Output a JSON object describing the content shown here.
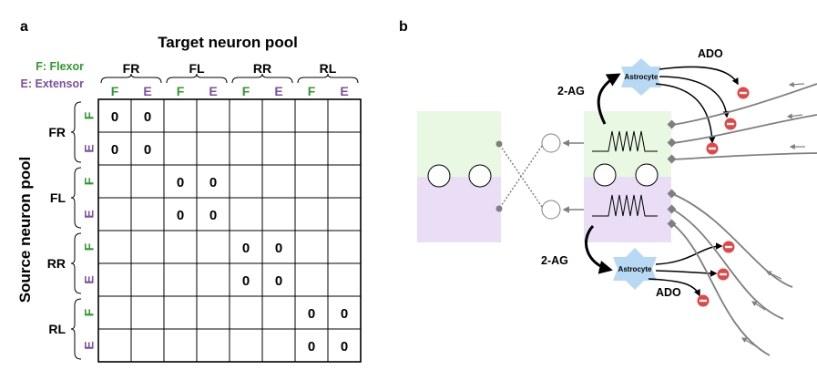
{
  "panel_a": {
    "letter": "a",
    "title": "Target neuron pool",
    "row_axis_label": "Source neuron pool",
    "legend_flexor": "F: Flexor",
    "legend_extensor": "E: Extensor",
    "pools": [
      "FR",
      "FL",
      "RR",
      "RL"
    ],
    "subcols": [
      "F",
      "E"
    ],
    "matrix": [
      [
        "0",
        "0",
        "",
        "",
        "",
        "",
        "",
        ""
      ],
      [
        "0",
        "0",
        "",
        "",
        "",
        "",
        "",
        ""
      ],
      [
        "",
        "",
        "0",
        "0",
        "",
        "",
        "",
        ""
      ],
      [
        "",
        "",
        "0",
        "0",
        "",
        "",
        "",
        ""
      ],
      [
        "",
        "",
        "",
        "",
        "0",
        "0",
        "",
        ""
      ],
      [
        "",
        "",
        "",
        "",
        "0",
        "0",
        "",
        ""
      ],
      [
        "",
        "",
        "",
        "",
        "",
        "",
        "0",
        "0"
      ],
      [
        "",
        "",
        "",
        "",
        "",
        "",
        "0",
        "0"
      ]
    ]
  },
  "panel_b": {
    "letter": "b",
    "astrocyte_top": "Astrocyte",
    "astrocyte_bottom": "Astrocyte",
    "label_2ag_top": "2-AG",
    "label_2ag_bottom": "2-AG",
    "label_ado_top": "ADO",
    "label_ado_bottom": "ADO",
    "colors": {
      "flexor_bg": "#e8f8e3",
      "extensor_bg": "#e9def6",
      "astrocyte": "#b8d9f3",
      "inhibit": "#e34646",
      "gray_line": "#7f7f7f"
    }
  }
}
